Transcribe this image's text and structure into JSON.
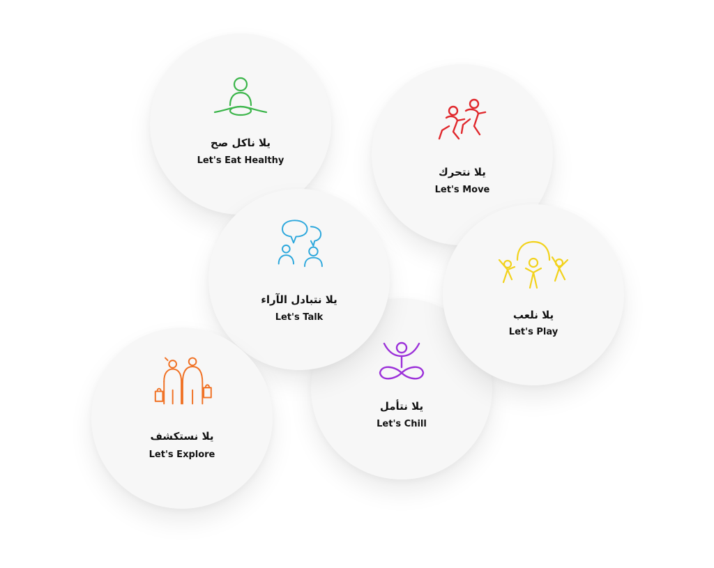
{
  "activities": [
    {
      "id": "eat",
      "label_ar": "يلا ناكل صح",
      "label_en": "Let's Eat Healthy",
      "icon": "meditating-person-icon",
      "color": "#3bb54a"
    },
    {
      "id": "move",
      "label_ar": "يلا نتحرك",
      "label_en": "Let's Move",
      "icon": "running-people-icon",
      "color": "#e0262b"
    },
    {
      "id": "talk",
      "label_ar": "يلا نتبادل الآراء",
      "label_en": "Let's Talk",
      "icon": "talking-people-icon",
      "color": "#2ba7dc"
    },
    {
      "id": "play",
      "label_ar": "يلا نلعب",
      "label_en": "Let's Play",
      "icon": "playing-people-icon",
      "color": "#f2d21b"
    },
    {
      "id": "chill",
      "label_ar": "يلا نتأمل",
      "label_en": "Let's Chill",
      "icon": "yoga-person-icon",
      "color": "#9b30d9"
    },
    {
      "id": "explore",
      "label_ar": "يلا نستكشف",
      "label_en": "Let's Explore",
      "icon": "shopping-people-icon",
      "color": "#f07022"
    }
  ]
}
